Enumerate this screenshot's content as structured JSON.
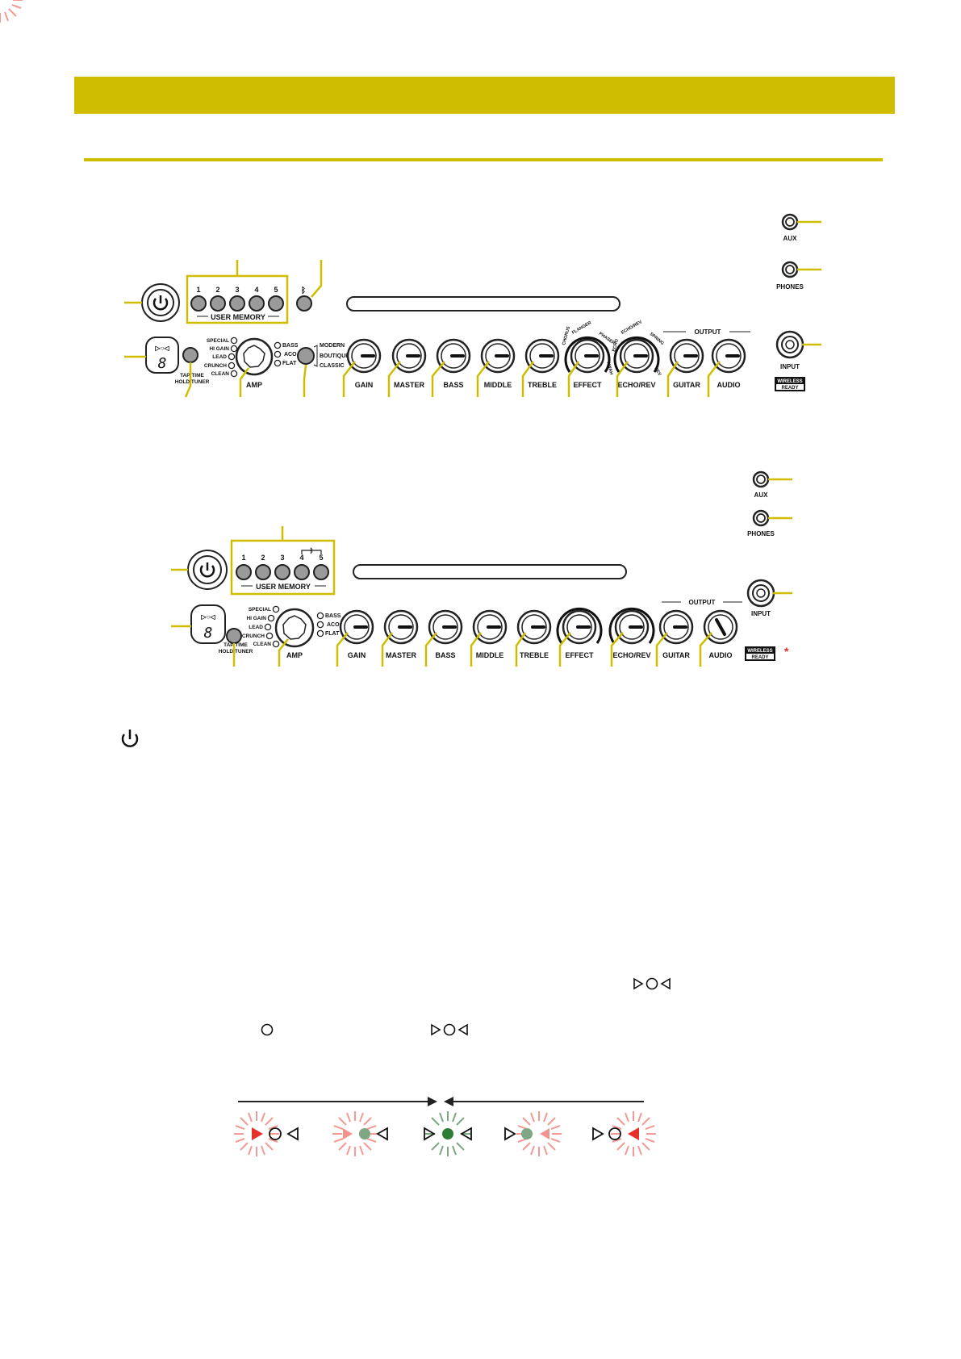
{
  "panel_a": {
    "user_memory": [
      "1",
      "2",
      "3",
      "4",
      "5"
    ],
    "user_memory_label": "USER MEMORY",
    "bluetooth_icon": "bluetooth-icon",
    "amp_modes": [
      "SPECIAL",
      "HI GAIN",
      "LEAD",
      "CRUNCH",
      "CLEAN"
    ],
    "tap_label_1": "TAP TIME",
    "tap_label_2": "HOLD TUNER",
    "type_modes": [
      "BASS",
      "ACO",
      "FLAT"
    ],
    "voice_modes": [
      "MODERN",
      "BOUTIQUE",
      "CLASSIC"
    ],
    "knobs": [
      "AMP",
      "GAIN",
      "MASTER",
      "BASS",
      "MIDDLE",
      "TREBLE",
      "EFFECT",
      "ECHO/REV",
      "GUITAR",
      "AUDIO"
    ],
    "effect_ring": [
      "CHORUS",
      "FLANGER",
      "PHASER",
      "T.WAH"
    ],
    "echo_ring": [
      "ECHO",
      "ECHO/REV",
      "SPRING",
      "REV"
    ],
    "output_label": "OUTPUT",
    "jacks": [
      "AUX",
      "PHONES",
      "INPUT"
    ],
    "wireless": [
      "WIRELESS",
      "READY"
    ]
  },
  "panel_b": {
    "user_memory": [
      "1",
      "2",
      "3",
      "4",
      "5"
    ],
    "user_memory_label": "USER MEMORY",
    "amp_modes": [
      "SPECIAL",
      "HI GAIN",
      "LEAD",
      "CRUNCH",
      "CLEAN"
    ],
    "tap_label_1": "TAP TIME",
    "tap_label_2": "HOLD TUNER",
    "type_modes": [
      "BASS",
      "ACO",
      "FLAT"
    ],
    "knobs": [
      "AMP",
      "GAIN",
      "MASTER",
      "BASS",
      "MIDDLE",
      "TREBLE",
      "EFFECT",
      "ECHO/REV",
      "GUITAR",
      "AUDIO"
    ],
    "output_label": "OUTPUT",
    "jacks": [
      "AUX",
      "PHONES",
      "INPUT"
    ],
    "wireless": [
      "WIRELESS",
      "READY"
    ],
    "asterisk": "*"
  },
  "colors": {
    "accent": "#cfbd00",
    "red": "#e8302a",
    "green": "#2e7d32"
  }
}
